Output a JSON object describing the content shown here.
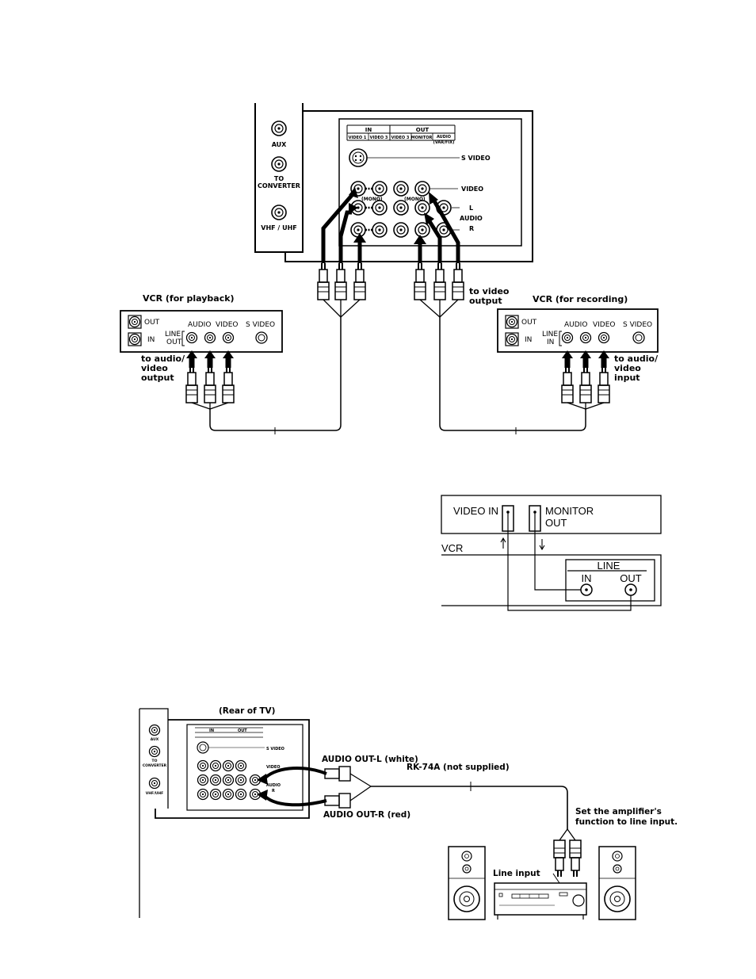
{
  "fig1": {
    "aux": "AUX",
    "to_converter_1": "TO",
    "to_converter_2": "CONVERTER",
    "vhf_uhf": "VHF / UHF",
    "hdr_in": "IN",
    "hdr_out": "OUT",
    "col_video1": "VIDEO 1",
    "col_video3_in": "VIDEO 3",
    "col_video3_out": "VIDEO 3",
    "col_monitor": "MONITOR",
    "col_audio_1": "AUDIO",
    "col_audio_2": "(VAR/FIX)",
    "mono_1": "(MONO)",
    "mono_2": "(MONO)",
    "row_svideo": "S VIDEO",
    "row_video": "VIDEO",
    "row_l": "L",
    "row_audio": "AUDIO",
    "row_r": "R",
    "to_video_output_1": "to video",
    "to_video_output_2": "output",
    "vcr_playback": "VCR (for playback)",
    "vcr_recording": "VCR (for recording)",
    "p_out": "OUT",
    "p_in": "IN",
    "p_line_1": "LINE",
    "p_line_2": "OUT",
    "p_audio": "AUDIO",
    "p_video": "VIDEO",
    "p_svideo": "S VIDEO",
    "r_out": "OUT",
    "r_in": "IN",
    "r_line_1": "LINE",
    "r_line_2": "IN",
    "r_audio": "AUDIO",
    "r_video": "VIDEO",
    "r_svideo": "S VIDEO",
    "to_av_output_1": "to audio/",
    "to_av_output_2": "video",
    "to_av_output_3": "output",
    "to_av_input_1": "to audio/",
    "to_av_input_2": "video",
    "to_av_input_3": "input"
  },
  "fig2": {
    "video_in": "VIDEO IN",
    "monitor_out_1": "MONITOR",
    "monitor_out_2": "OUT",
    "vcr": "VCR",
    "line": "LINE",
    "in": "IN",
    "out": "OUT"
  },
  "fig3": {
    "rear_of_tv": "(Rear of TV)",
    "aux": "AUX",
    "to_converter_1": "TO",
    "to_converter_2": "CONVERTER",
    "vhf_uhf": "VHF/UHF",
    "hdr_in": "IN",
    "hdr_out": "OUT",
    "svideo": "S VIDEO",
    "video": "VIDEO",
    "audio": "AUDIO",
    "r": "R",
    "audio_out_l": "AUDIO OUT-L (white)",
    "audio_out_r": "AUDIO OUT-R (red)",
    "cable": "RK-74A (not supplied)",
    "amp_note_1": "Set the amplifier's",
    "amp_note_2": "function to line input.",
    "line_input": "Line input"
  }
}
